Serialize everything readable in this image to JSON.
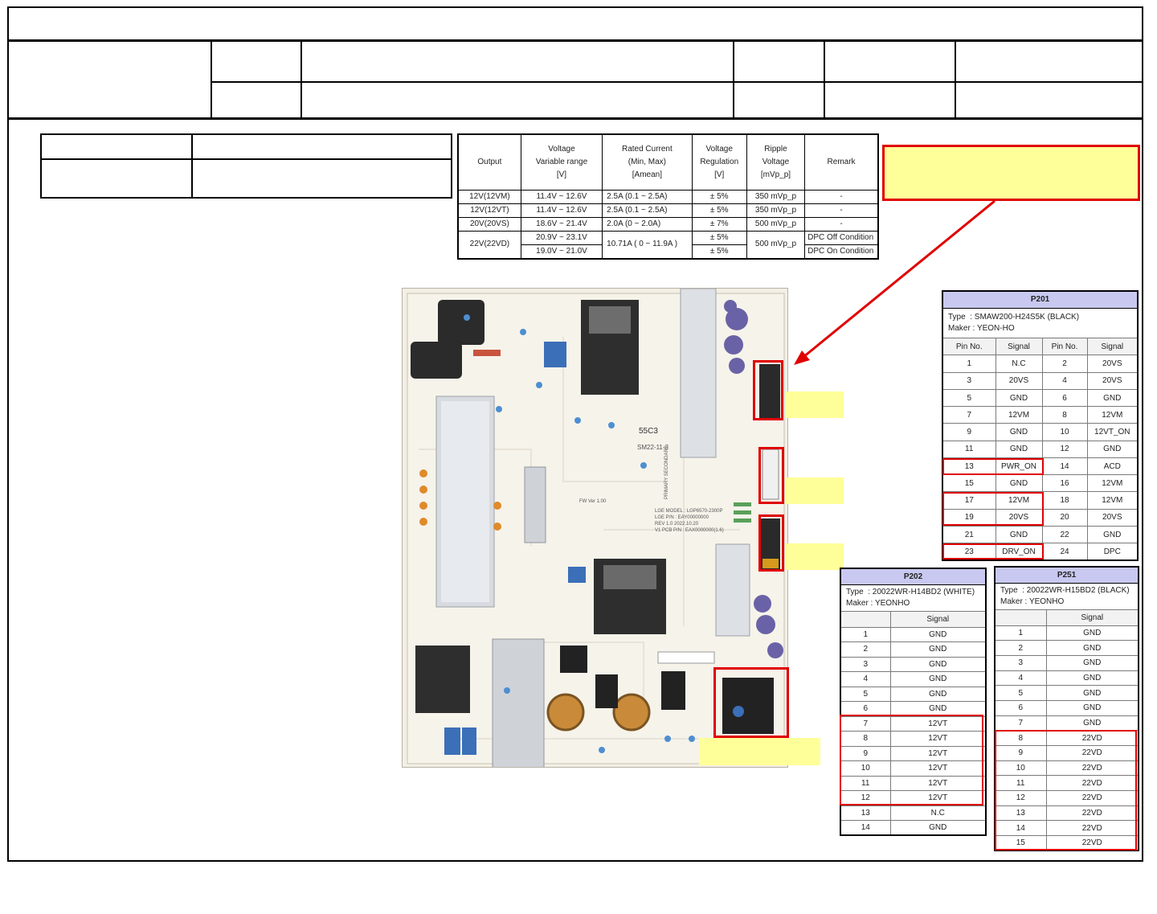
{
  "spec_table": {
    "headers": [
      [
        "Output"
      ],
      [
        "Voltage",
        "Variable range",
        "[V]"
      ],
      [
        "Rated Current",
        "(Min, Max)",
        "[Amean]"
      ],
      [
        "Voltage",
        "Regulation",
        "[V]"
      ],
      [
        "Ripple",
        "Voltage",
        "[mVp_p]"
      ],
      [
        "Remark"
      ]
    ],
    "rows": [
      {
        "output": "12V(12VM)",
        "range": "11.4V ~ 12.6V",
        "current": "2.5A (0.1 ~ 2.5A)",
        "regulation": "± 5%",
        "ripple": "350 mVp_p",
        "remark": "-"
      },
      {
        "output": "12V(12VT)",
        "range": "11.4V ~ 12.6V",
        "current": "2.5A (0.1 ~ 2.5A)",
        "regulation": "± 5%",
        "ripple": "350 mVp_p",
        "remark": "-"
      },
      {
        "output": "20V(20VS)",
        "range": "18.6V ~ 21.4V",
        "current": "2.0A (0 ~ 2.0A)",
        "regulation": "± 7%",
        "ripple": "500 mVp_p",
        "remark": "-"
      }
    ],
    "merged_row": {
      "output": "22V(22VD)",
      "range_a": "20.9V ~ 23.1V",
      "range_b": "19.0V ~ 21.0V",
      "current": "10.71A ( 0 ~ 11.9A )",
      "regulation_a": "± 5%",
      "regulation_b": "± 5%",
      "ripple": "500 mVp_p",
      "remark_a": "DPC Off Condition",
      "remark_b": "DPC On Condition"
    }
  },
  "board_labels": {
    "lines": [
      "LGE MODEL : LGP6570-2300P",
      "LGE P/N : EAY00000000",
      "REV 1.0    2022.10.20",
      "V1 PCB P/N : EAX0000000(1.6)"
    ],
    "stamp": "55C3",
    "stamp2": "SM22-11-3",
    "fw": "FW Ver 1.00",
    "side": "PRIMARY SECONDARY"
  },
  "p201": {
    "title": "P201",
    "type_label": "Type",
    "type_value": ": SMAW200-H24S5K (BLACK)",
    "maker": "Maker : YEON-HO",
    "headers": [
      "Pin No.",
      "Signal",
      "Pin No.",
      "Signal"
    ],
    "rows": [
      [
        "1",
        "N.C",
        "2",
        "20VS"
      ],
      [
        "3",
        "20VS",
        "4",
        "20VS"
      ],
      [
        "5",
        "GND",
        "6",
        "GND"
      ],
      [
        "7",
        "12VM",
        "8",
        "12VM"
      ],
      [
        "9",
        "GND",
        "10",
        "12VT_ON"
      ],
      [
        "11",
        "GND",
        "12",
        "GND"
      ],
      [
        "13",
        "PWR_ON",
        "14",
        "ACD"
      ],
      [
        "15",
        "GND",
        "16",
        "12VM"
      ],
      [
        "17",
        "12VM",
        "18",
        "12VM"
      ],
      [
        "19",
        "20VS",
        "20",
        "20VS"
      ],
      [
        "21",
        "GND",
        "22",
        "GND"
      ],
      [
        "23",
        "DRV_ON",
        "24",
        "DPC"
      ]
    ]
  },
  "p202": {
    "title": "P202",
    "type_label": "Type",
    "type_value": ": 20022WR-H14BD2 (WHITE)",
    "maker": "Maker : YEONHO",
    "header": "Signal",
    "rows": [
      [
        "1",
        "GND"
      ],
      [
        "2",
        "GND"
      ],
      [
        "3",
        "GND"
      ],
      [
        "4",
        "GND"
      ],
      [
        "5",
        "GND"
      ],
      [
        "6",
        "GND"
      ],
      [
        "7",
        "12VT"
      ],
      [
        "8",
        "12VT"
      ],
      [
        "9",
        "12VT"
      ],
      [
        "10",
        "12VT"
      ],
      [
        "11",
        "12VT"
      ],
      [
        "12",
        "12VT"
      ],
      [
        "13",
        "N.C"
      ],
      [
        "14",
        "GND"
      ]
    ]
  },
  "p251": {
    "title": "P251",
    "type_label": "Type",
    "type_value": ": 20022WR-H15BD2 (BLACK)",
    "maker": "Maker : YEONHO",
    "header": "Signal",
    "rows": [
      [
        "1",
        "GND"
      ],
      [
        "2",
        "GND"
      ],
      [
        "3",
        "GND"
      ],
      [
        "4",
        "GND"
      ],
      [
        "5",
        "GND"
      ],
      [
        "6",
        "GND"
      ],
      [
        "7",
        "GND"
      ],
      [
        "8",
        "22VD"
      ],
      [
        "9",
        "22VD"
      ],
      [
        "10",
        "22VD"
      ],
      [
        "11",
        "22VD"
      ],
      [
        "12",
        "22VD"
      ],
      [
        "13",
        "22VD"
      ],
      [
        "14",
        "22VD"
      ],
      [
        "15",
        "22VD"
      ]
    ]
  },
  "colors": {
    "highlight_red": "#e00000",
    "label_yellow": "#ffff99",
    "pin_header_blue": "#c8c8f0"
  }
}
